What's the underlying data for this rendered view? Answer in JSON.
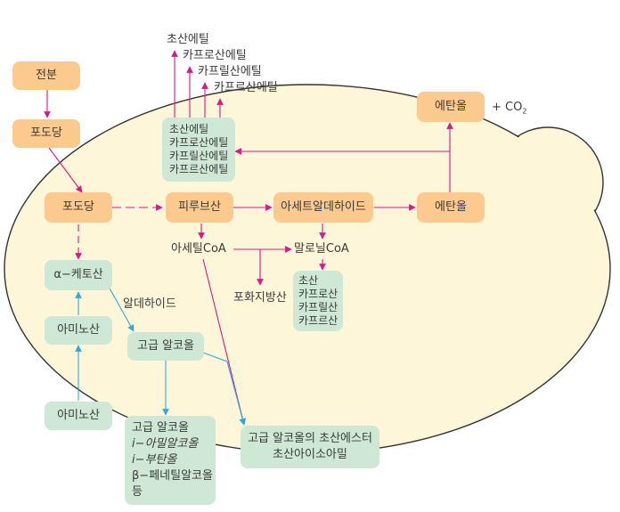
{
  "colors": {
    "cell_fill": "#fdf6d8",
    "cell_stroke": "#333333",
    "orange_box": "#fcc98f",
    "green_box": "#cfe8d6",
    "magenta_arrow": "#d21c87",
    "blue_arrow": "#2ea8e0"
  },
  "nodes": {
    "starch": "전분",
    "glucose_outside": "포도당",
    "glucose_inside": "포도당",
    "pyruvate": "피루브산",
    "acetaldehyde": "아세트알데하이드",
    "ethanol_inside": "에탄올",
    "ethanol_outside": "에탄올",
    "alpha_ketoacid": "α−케토산",
    "amino_acid_inside": "아미노산",
    "amino_acid_outside": "아미노산",
    "higher_alcohol": "고급 알코올",
    "acetyl_coa": "아세틸CoA",
    "malonyl_coa": "말로닐CoA",
    "saturated_fa": "포화지방산",
    "aldehyde": "알데하이드",
    "co2_prefix": "+ CO",
    "co2_sub": "2"
  },
  "esters_box": [
    "초산에틸",
    "카프로산에틸",
    "카프릴산에틸",
    "카프르산에틸"
  ],
  "esters_out": [
    "초산에틸",
    "카프로산에틸",
    "카프릴산에틸",
    "카프르산에틸"
  ],
  "fatty_acids_box": [
    "초산",
    "카프로산",
    "카프릴산",
    "카프르산"
  ],
  "higher_alcohols_box": [
    "고급 알코올",
    "i−아밀알코올",
    "i−부탄올",
    "β−페네틸알코올",
    "등"
  ],
  "acetate_box": [
    "고급 알코올의 초산에스터",
    "초산아이소아밀"
  ]
}
